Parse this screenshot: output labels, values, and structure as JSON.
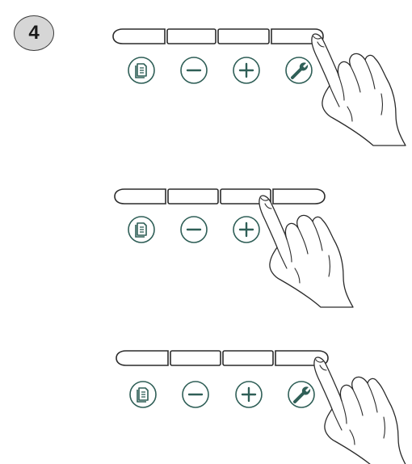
{
  "step": {
    "number": "4"
  },
  "panels": [
    {
      "pressed_key": 4,
      "icons": [
        "document-icon",
        "minus-icon",
        "plus-icon",
        "wrench-icon"
      ]
    },
    {
      "pressed_key": 3,
      "icons": [
        "document-icon",
        "minus-icon",
        "plus-icon"
      ]
    },
    {
      "pressed_key": 4,
      "icons": [
        "document-icon",
        "minus-icon",
        "plus-icon",
        "wrench-icon"
      ]
    }
  ],
  "colors": {
    "icon": "#2f5f57",
    "outline": "#2b2b2b",
    "badge_fill": "#d6d6d6"
  }
}
